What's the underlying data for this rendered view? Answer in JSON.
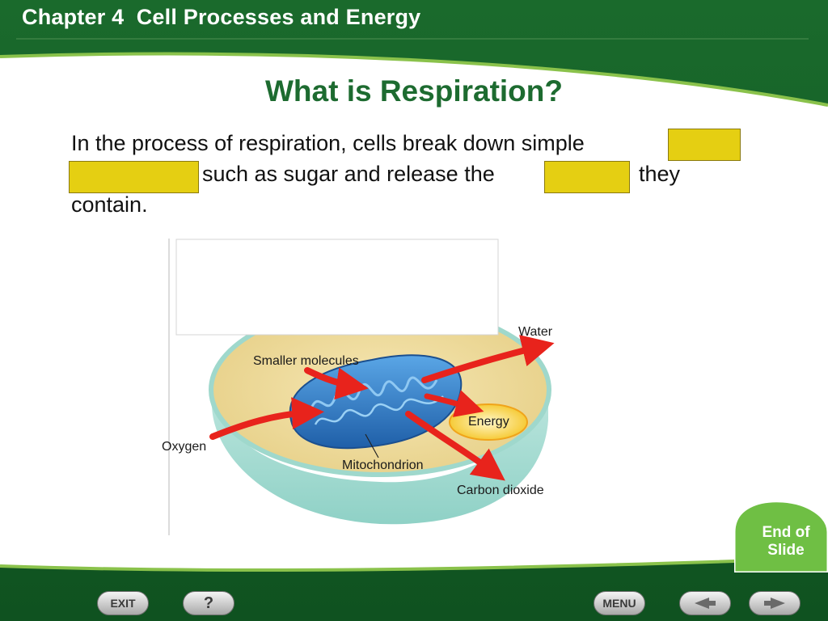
{
  "header": {
    "chapter_title": "Chapter 4  Cell Processes and Energy"
  },
  "slide": {
    "title": "What is Respiration?",
    "body_lines": [
      "In the process of respiration, cells break down simple",
      "such as sugar and release the",
      "they",
      "contain."
    ]
  },
  "diagram": {
    "labels": {
      "water": "Water",
      "smaller_molecules": "Smaller molecules",
      "energy": "Energy",
      "oxygen": "Oxygen",
      "mitochondrion": "Mitochondrion",
      "carbon_dioxide": "Carbon dioxide"
    }
  },
  "end_of_slide": {
    "line1": "End of",
    "line2": "Slide"
  },
  "nav": {
    "exit": "EXIT",
    "help": "?",
    "menu": "MENU",
    "prev_icon": "left-arrow-icon",
    "next_icon": "right-arrow-icon"
  },
  "colors": {
    "header_green": "#125a23",
    "title_green": "#1d6b30",
    "blank_fill": "#e5cf12",
    "arrow_red": "#e8231c",
    "mitochondrion_blue": "#2f7fc8",
    "cell_fill": "#f0dc9b",
    "energy_yellow": "#f6c61a"
  }
}
